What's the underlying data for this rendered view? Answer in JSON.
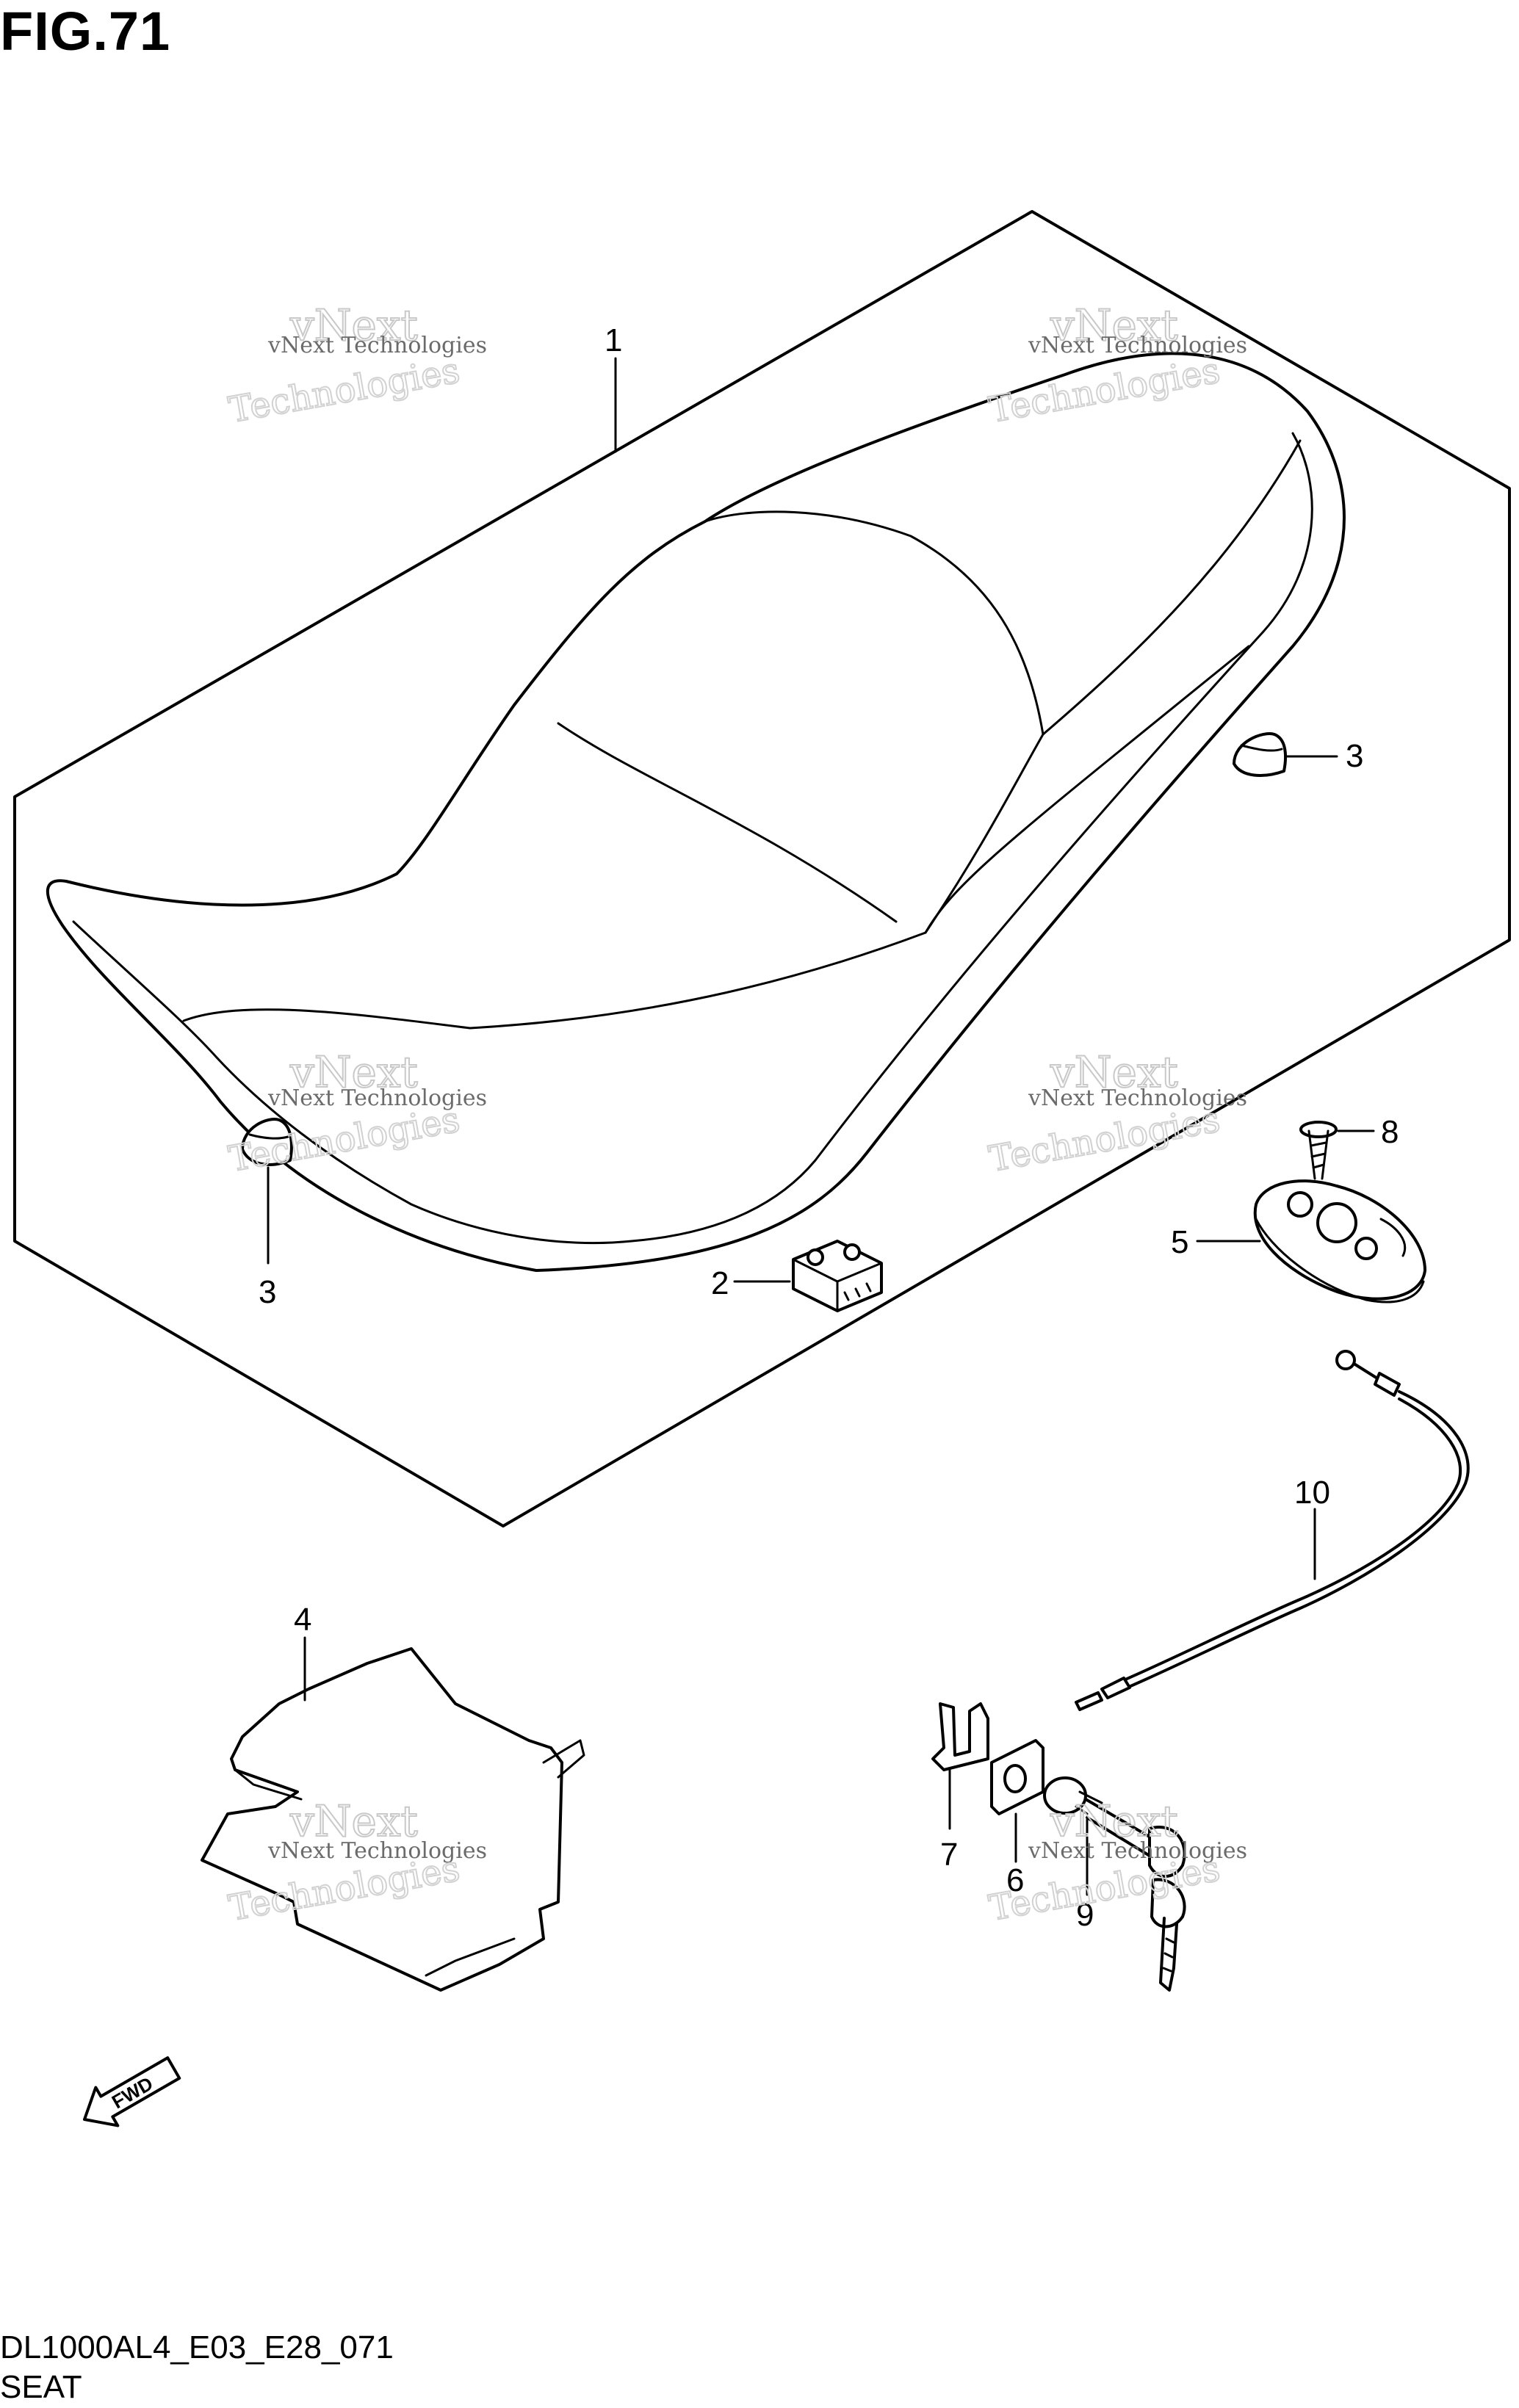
{
  "figure": {
    "title": "FIG.71",
    "code": "DL1000AL4_E03_E28_071",
    "name": "SEAT"
  },
  "callouts": [
    "1",
    "2",
    "3",
    "3",
    "4",
    "5",
    "6",
    "7",
    "8",
    "9",
    "10"
  ],
  "fwd_label": "FWD",
  "watermark": {
    "line1": "vNext Technologies",
    "line2": "vNext",
    "line3": "Technologies"
  }
}
